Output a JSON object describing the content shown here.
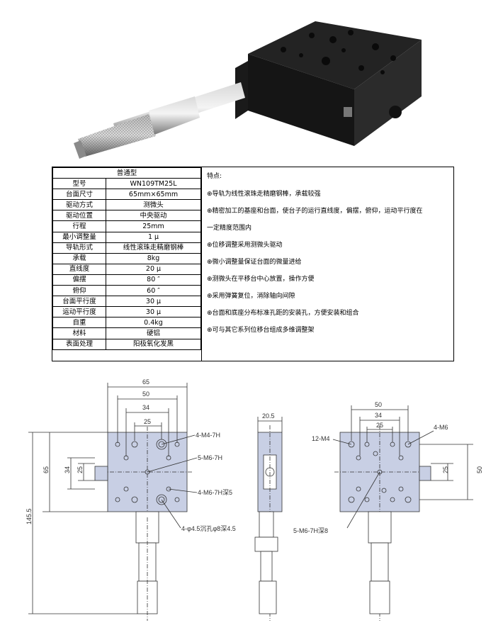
{
  "table": {
    "title": "普通型",
    "rows": [
      {
        "label": "型号",
        "value": "WN109TM25L"
      },
      {
        "label": "台面尺寸",
        "value": "65mm×65mm"
      },
      {
        "label": "驱动方式",
        "value": "测微头"
      },
      {
        "label": "驱动位置",
        "value": "中央驱动"
      },
      {
        "label": "行程",
        "value": "25mm"
      },
      {
        "label": "最小调整量",
        "value": "1 μ"
      },
      {
        "label": "导轨形式",
        "value": "线性滚珠走精磨钢棒"
      },
      {
        "label": "承载",
        "value": "8kg"
      },
      {
        "label": "直线度",
        "value": "20 μ"
      },
      {
        "label": "偏摆",
        "value": "80 ″"
      },
      {
        "label": "俯仰",
        "value": "60 ″"
      },
      {
        "label": "台面平行度",
        "value": "30 μ"
      },
      {
        "label": "运动平行度",
        "value": "30 μ"
      },
      {
        "label": "自重",
        "value": "0.4kg"
      },
      {
        "label": "材料",
        "value": "硬铝"
      },
      {
        "label": "表面处理",
        "value": "阳极氧化发黑"
      }
    ]
  },
  "features": {
    "title": "特点:",
    "lines": [
      "⊕导轨为线性滚珠走精磨钢棒，承载较强",
      "⊕精密加工的基座和台面，使台子的运行直线度，偏摆，俯仰，运动平行度在",
      "一定精度范围内",
      "⊕位移调整采用测微头驱动",
      "⊕微小调整量保证台面的微量进给",
      "⊕测微头在平移台中心放置，操作方便",
      "⊕采用弹簧复位，消除轴向间隙",
      "⊕台面和底座分布标准孔距的安装孔，方便安装和组合",
      "⊕可与其它系列位移台组成多维调整架"
    ]
  },
  "drawing": {
    "top_dims": [
      "65",
      "50",
      "34",
      "25"
    ],
    "left_dims": [
      "65",
      "34",
      "25"
    ],
    "total_length": "145.5",
    "side_width": "20.5",
    "callouts": [
      "4-M4-7H",
      "5-M6-7H",
      "4-M6-7H深5",
      "4-φ4.5沉孔φ8深4.5"
    ],
    "right_top_dims": [
      "50",
      "34",
      "25"
    ],
    "right_side_dims": [
      "25",
      "50"
    ],
    "right_callouts": [
      "12-M4",
      "4-M6",
      "5-M6-7H深8"
    ]
  }
}
